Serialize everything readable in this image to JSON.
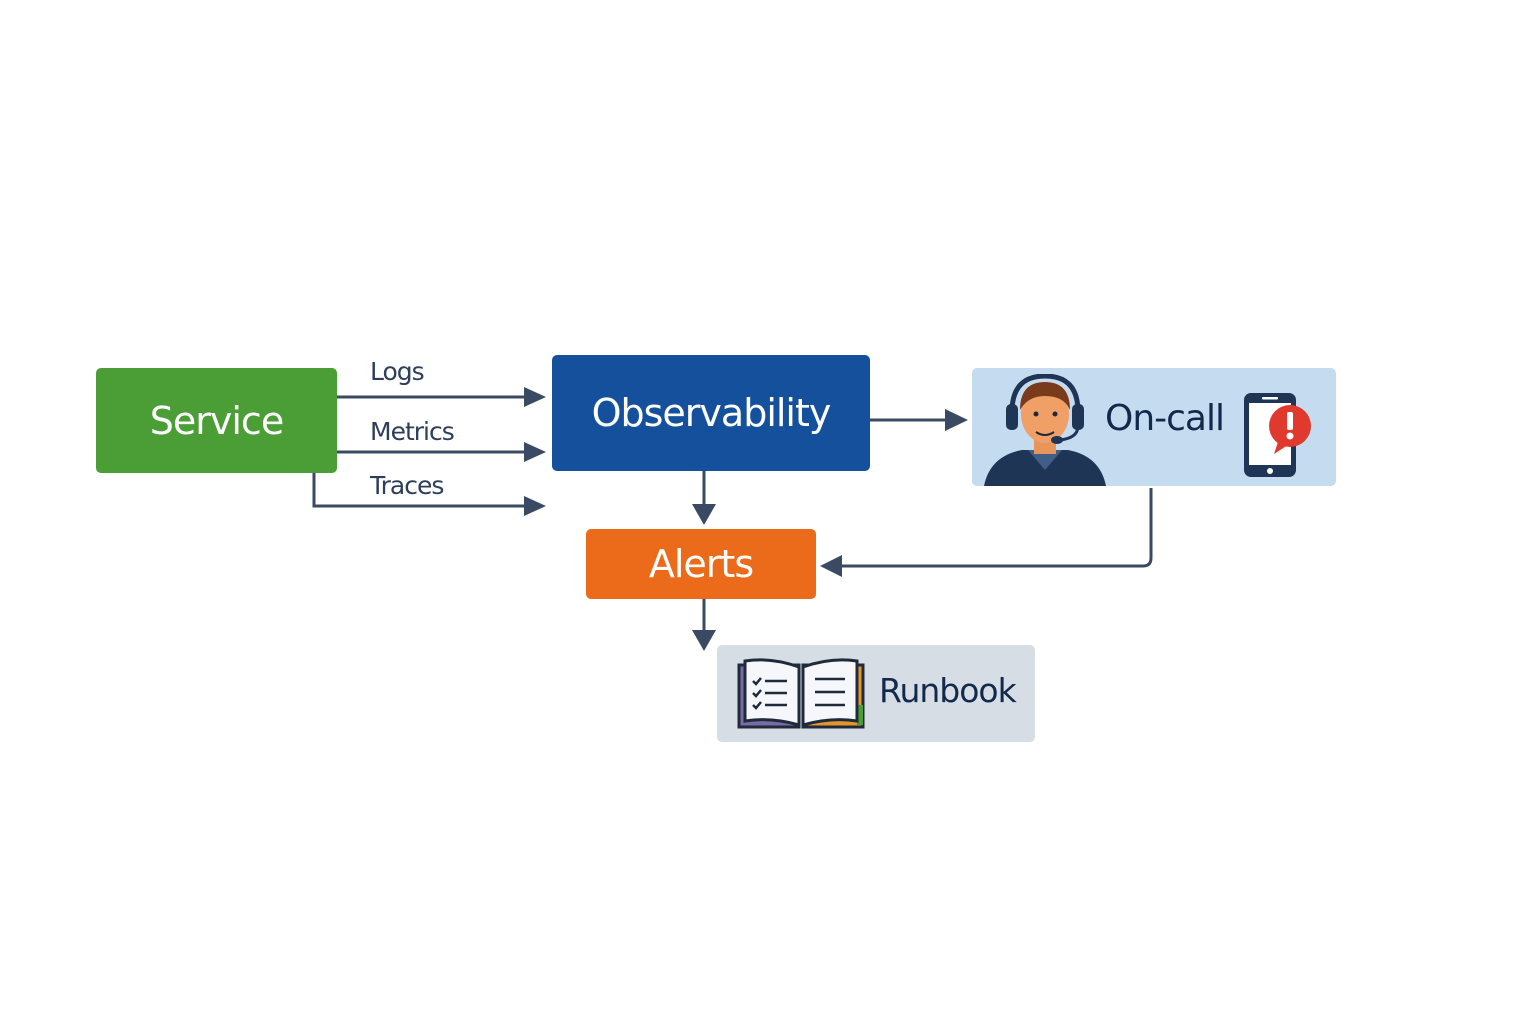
{
  "diagram": {
    "nodes": {
      "service": {
        "label": "Service",
        "color": "#4a9e35"
      },
      "observability": {
        "label": "Observability",
        "color": "#15509c"
      },
      "alerts": {
        "label": "Alerts",
        "color": "#ec6b1a"
      },
      "oncall": {
        "label": "On-call",
        "color": "#c5dcf0",
        "icons": [
          "headset-person-icon",
          "phone-alert-icon"
        ]
      },
      "runbook": {
        "label": "Runbook",
        "color": "#d6dde5",
        "icons": [
          "open-book-checklist-icon"
        ]
      }
    },
    "edges": [
      {
        "from": "service",
        "to": "observability",
        "label": "Logs"
      },
      {
        "from": "service",
        "to": "observability",
        "label": "Metrics"
      },
      {
        "from": "service",
        "to": "observability",
        "label": "Traces"
      },
      {
        "from": "observability",
        "to": "oncall",
        "label": ""
      },
      {
        "from": "observability",
        "to": "alerts",
        "label": ""
      },
      {
        "from": "oncall",
        "to": "alerts",
        "label": ""
      },
      {
        "from": "alerts",
        "to": "runbook",
        "label": ""
      }
    ],
    "edge_color": "#3b4a63"
  }
}
